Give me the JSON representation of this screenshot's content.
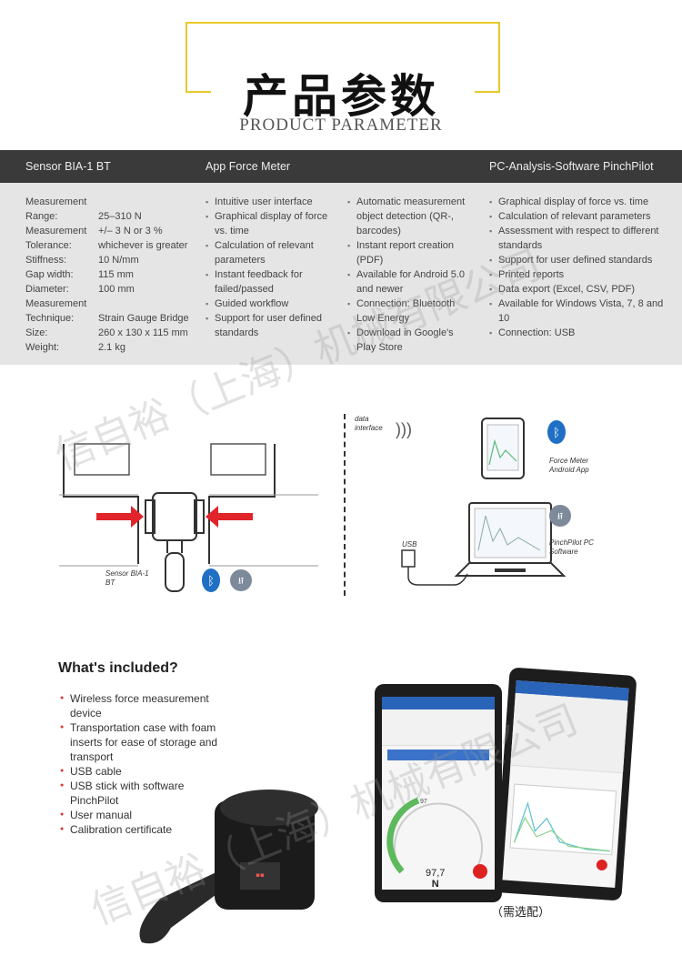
{
  "header": {
    "title_cn": "产品参数",
    "title_en": "PRODUCT PARAMETER"
  },
  "columns": {
    "sensor": "Sensor BIA-1 BT",
    "app": "App Force Meter",
    "pc": "PC-Analysis-Software PinchPilot"
  },
  "specs": [
    {
      "k": "Measurement",
      "v": ""
    },
    {
      "k": "Range:",
      "v": "25–310 N"
    },
    {
      "k": "Measurement",
      "v": "+/– 3 N or 3 %"
    },
    {
      "k": "Tolerance:",
      "v": "whichever is greater"
    },
    {
      "k": "Stiffness:",
      "v": "10 N/mm"
    },
    {
      "k": "Gap width:",
      "v": "115 mm"
    },
    {
      "k": "Diameter:",
      "v": "100 mm"
    },
    {
      "k": "Measurement",
      "v": ""
    },
    {
      "k": "Technique:",
      "v": "Strain Gauge Bridge"
    },
    {
      "k": "Size:",
      "v": "260 x 130 x 115 mm"
    },
    {
      "k": "Weight:",
      "v": "2.1 kg"
    }
  ],
  "app_features_1": [
    "Intuitive user interface",
    "Graphical display of force vs. time",
    "Calculation of relevant parameters",
    "Instant feedback for failed/passed",
    "Guided workflow",
    "Support for user defined standards"
  ],
  "app_features_2": [
    "Automatic measurement object detection (QR-, barcodes)",
    "Instant report creation (PDF)",
    "Available for Android 5.0 and newer",
    "Connection: Bluetooth Low Energy",
    "Download in Google's Play Store"
  ],
  "pc_features": [
    "Graphical display of force vs. time",
    "Calculation of relevant parameters",
    "Assessment with respect to different standards",
    "Support for user defined standards",
    "Printed reports",
    "Data export (Excel, CSV, PDF)",
    "Available for Windows Vista, 7, 8 and 10",
    "Connection: USB"
  ],
  "diagram": {
    "data_interface": "data interface",
    "sensor_label": "Sensor BIA-1 BT",
    "usb_label": "USB",
    "app_label": "Force Meter Android App",
    "pc_label": "PinchPilot PC Software"
  },
  "included": {
    "title": "What's included?",
    "items": [
      "Wireless force measurement device",
      "Transportation case with foam inserts for ease of storage and transport",
      "USB cable",
      "USB stick with software PinchPilot",
      "User manual",
      "Calibration certificate"
    ]
  },
  "tablet": {
    "gauge_value": "97,7",
    "unit": "N",
    "gauge_mark": "97"
  },
  "caption": "（需选配）",
  "watermarks": [
    "信自裕（上海）机械有限公司",
    "信自裕（上海）机械有限公司"
  ],
  "colors": {
    "accent_yellow": "#e8c92a",
    "bar": "#3a3a3a",
    "spec_bg": "#e5e5e5",
    "arrow_red": "#e0242a",
    "bt_blue": "#1f6fc4"
  }
}
